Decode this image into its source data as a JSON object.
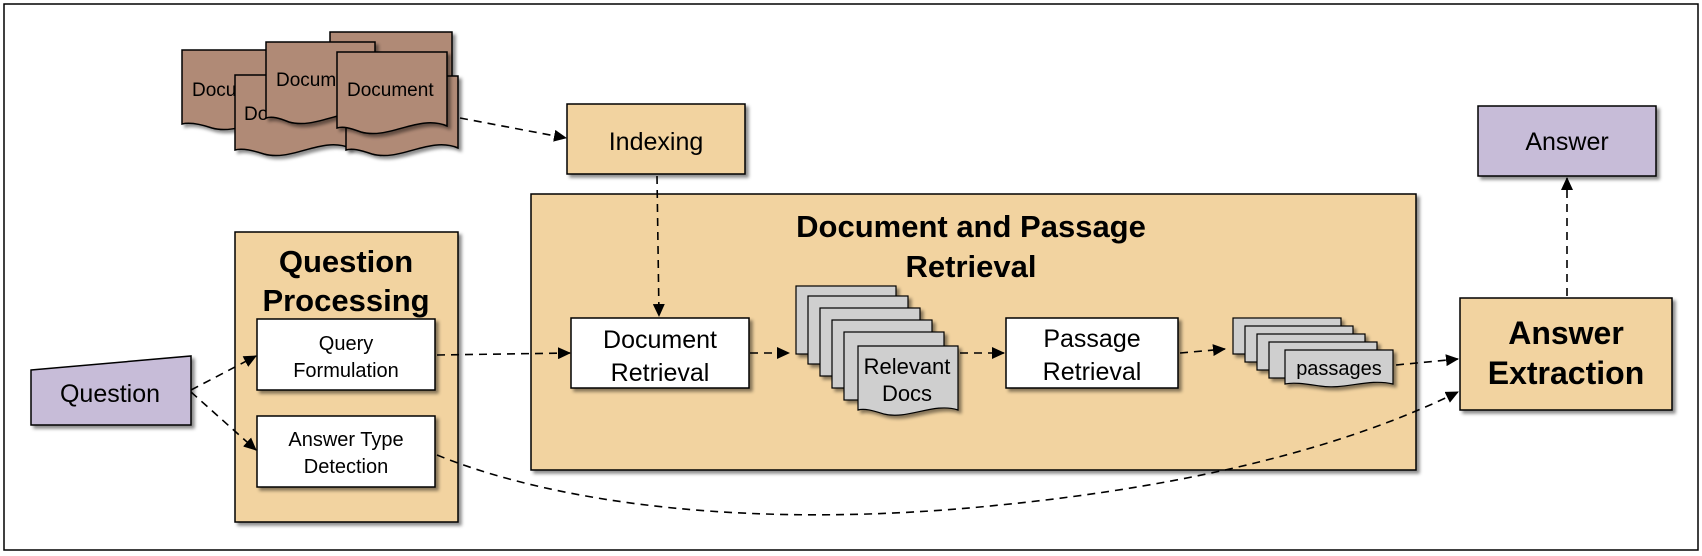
{
  "colors": {
    "peach": "#f2d3a0",
    "lavender": "#c7bcd8",
    "document_brown": "#b08a76",
    "gray_stack": "#cfcfcf",
    "white": "#ffffff",
    "stroke": "#000000"
  },
  "documents": {
    "label": "Document",
    "partial_labels": [
      "Docu",
      "Docum",
      "Do"
    ]
  },
  "indexing": {
    "label": "Indexing"
  },
  "question": {
    "label": "Question"
  },
  "question_processing": {
    "title_line1": "Question",
    "title_line2": "Processing",
    "query_line1": "Query",
    "query_line2": "Formulation",
    "answer_type_line1": "Answer Type",
    "answer_type_line2": "Detection"
  },
  "retrieval": {
    "title_line1": "Document and Passage",
    "title_line2": "Retrieval",
    "doc_retrieval_line1": "Document",
    "doc_retrieval_line2": "Retrieval",
    "relevant_line1": "Relevant",
    "relevant_line2": "Docs",
    "passage_retrieval_line1": "Passage",
    "passage_retrieval_line2": "Retrieval",
    "passages": "passages"
  },
  "answer_extraction": {
    "title_line1": "Answer",
    "title_line2": "Extraction"
  },
  "answer": {
    "label": "Answer"
  }
}
